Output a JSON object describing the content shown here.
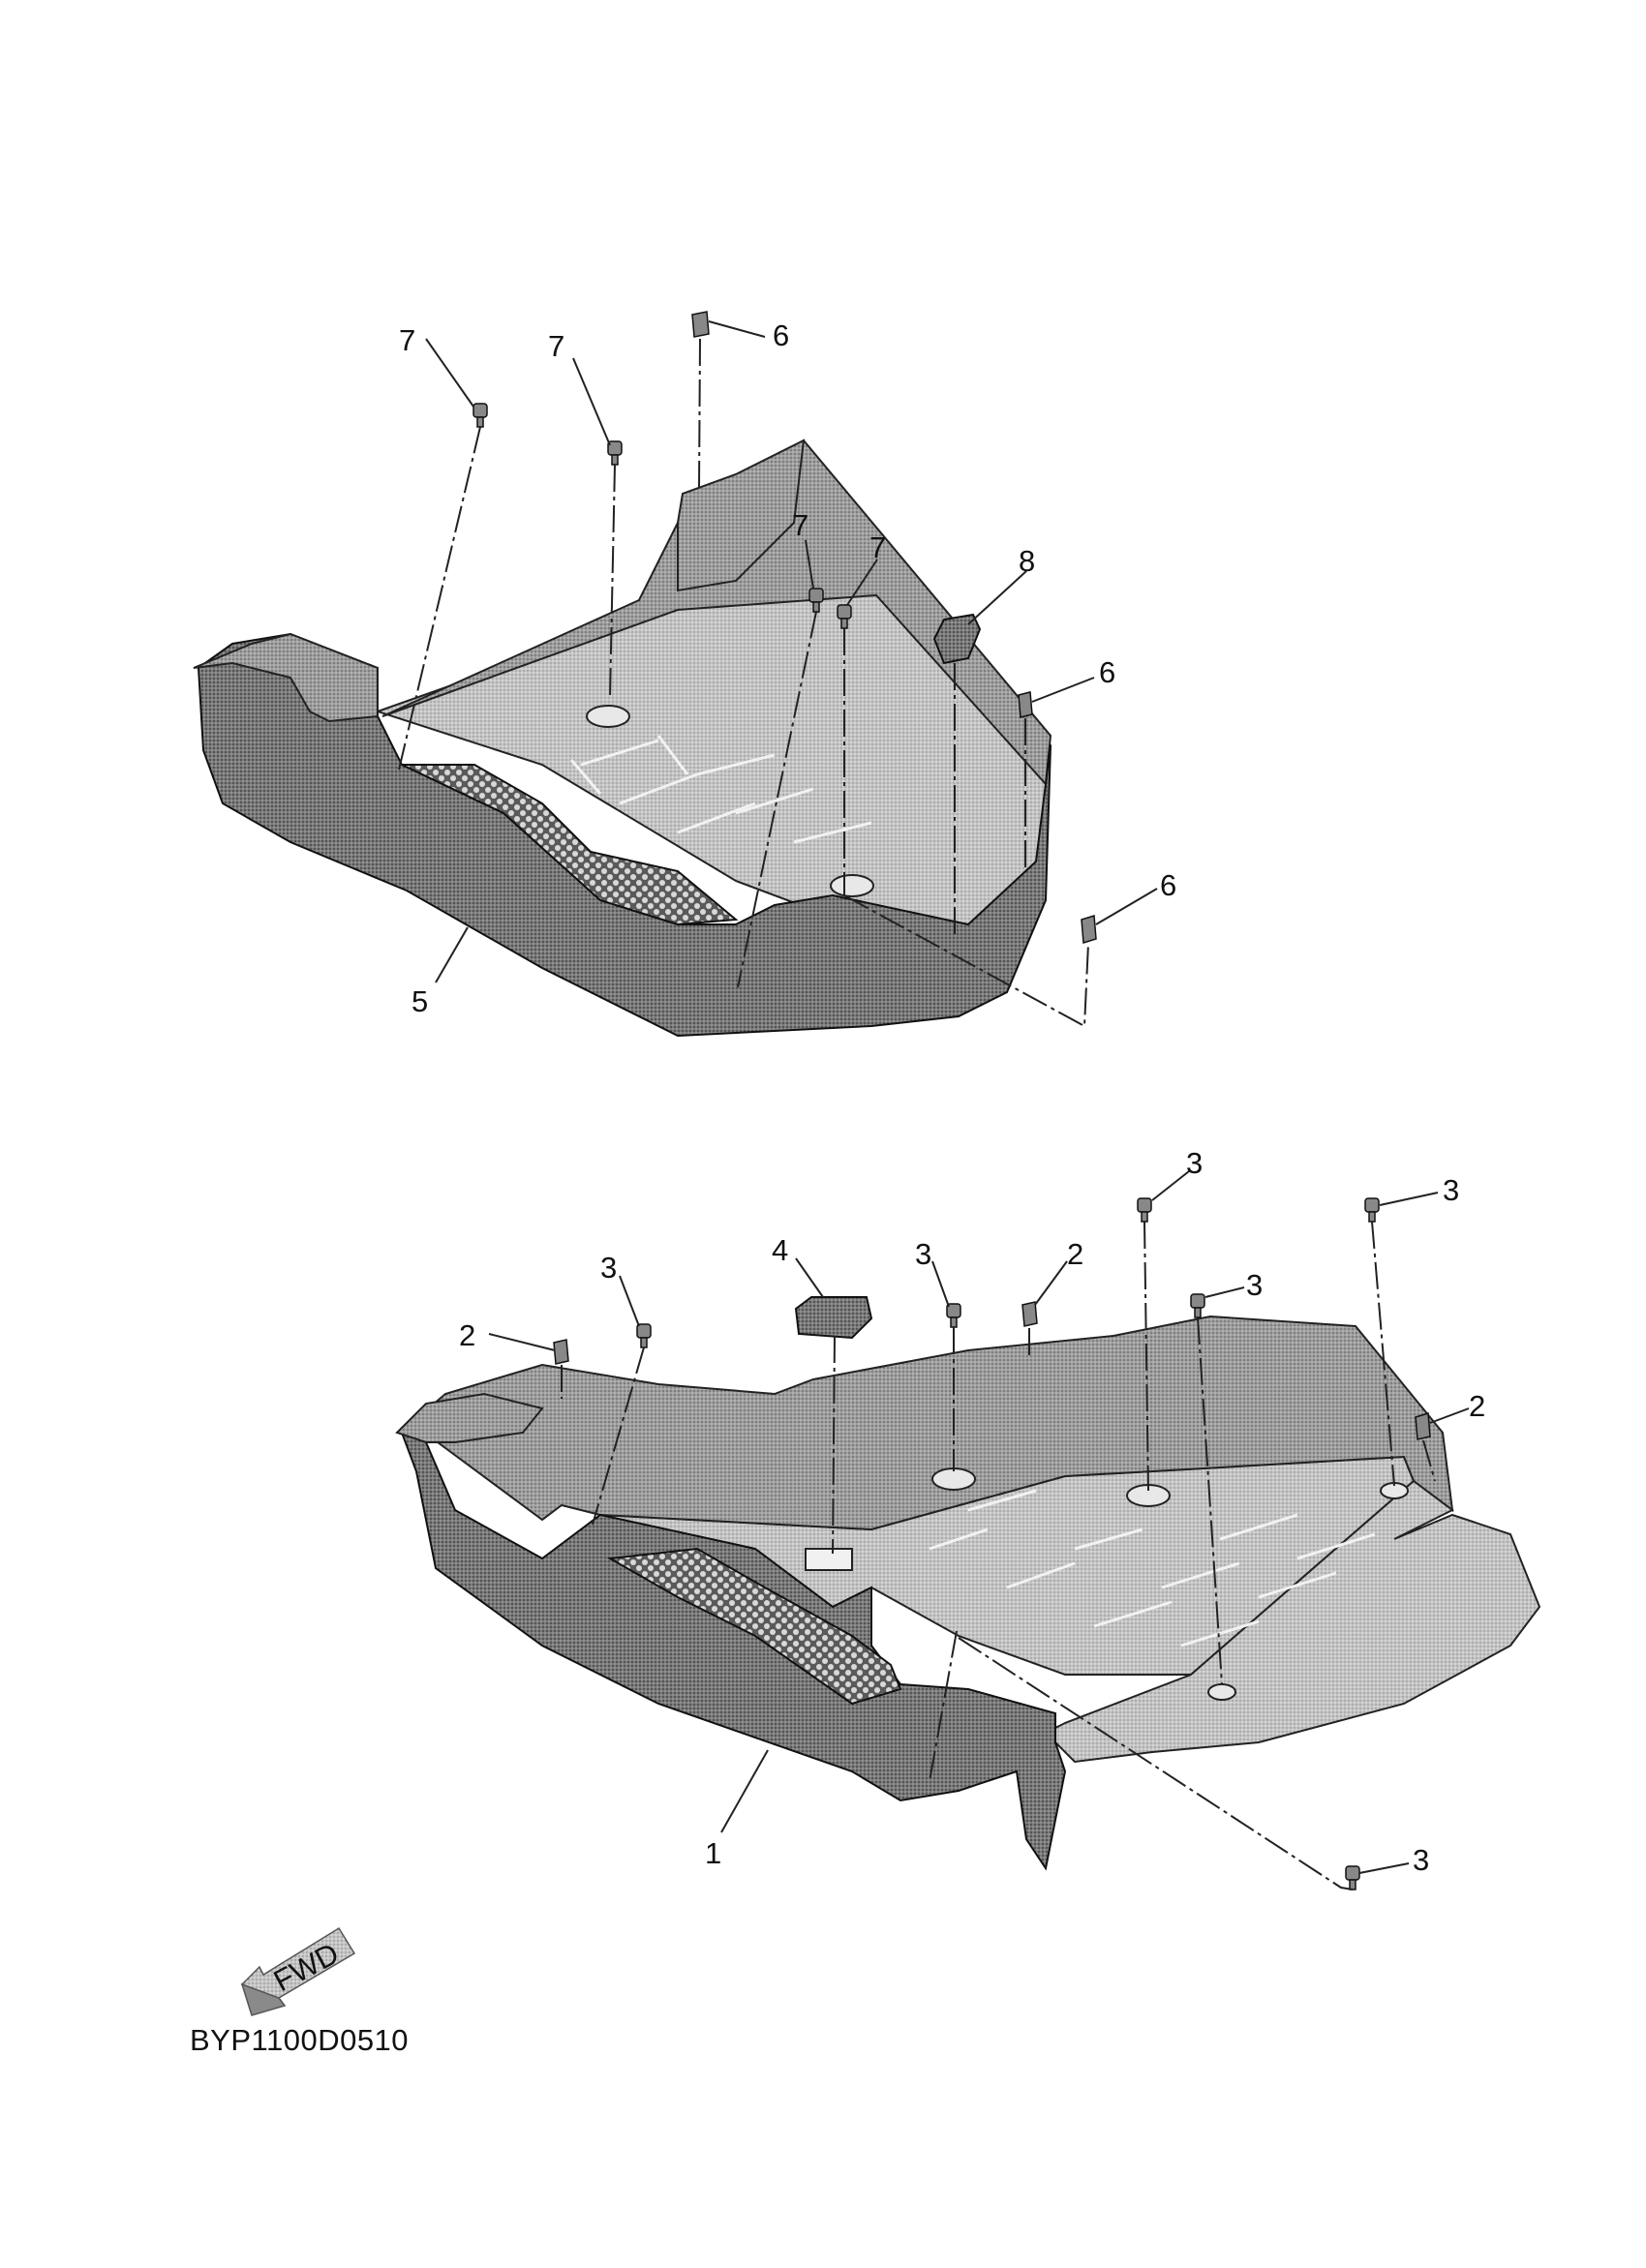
{
  "diagram": {
    "reference_code": "BYP1100D0510",
    "fwd_label": "FWD",
    "callouts": {
      "c1": "1",
      "c2a": "2",
      "c2b": "2",
      "c2c": "2",
      "c3a": "3",
      "c3b": "3",
      "c3c": "3",
      "c3d": "3",
      "c3e": "3",
      "c3f": "3",
      "c4": "4",
      "c5": "5",
      "c6a": "6",
      "c6b": "6",
      "c6c": "6",
      "c7a": "7",
      "c7b": "7",
      "c7c": "7",
      "c7d": "7",
      "c8": "8"
    }
  }
}
